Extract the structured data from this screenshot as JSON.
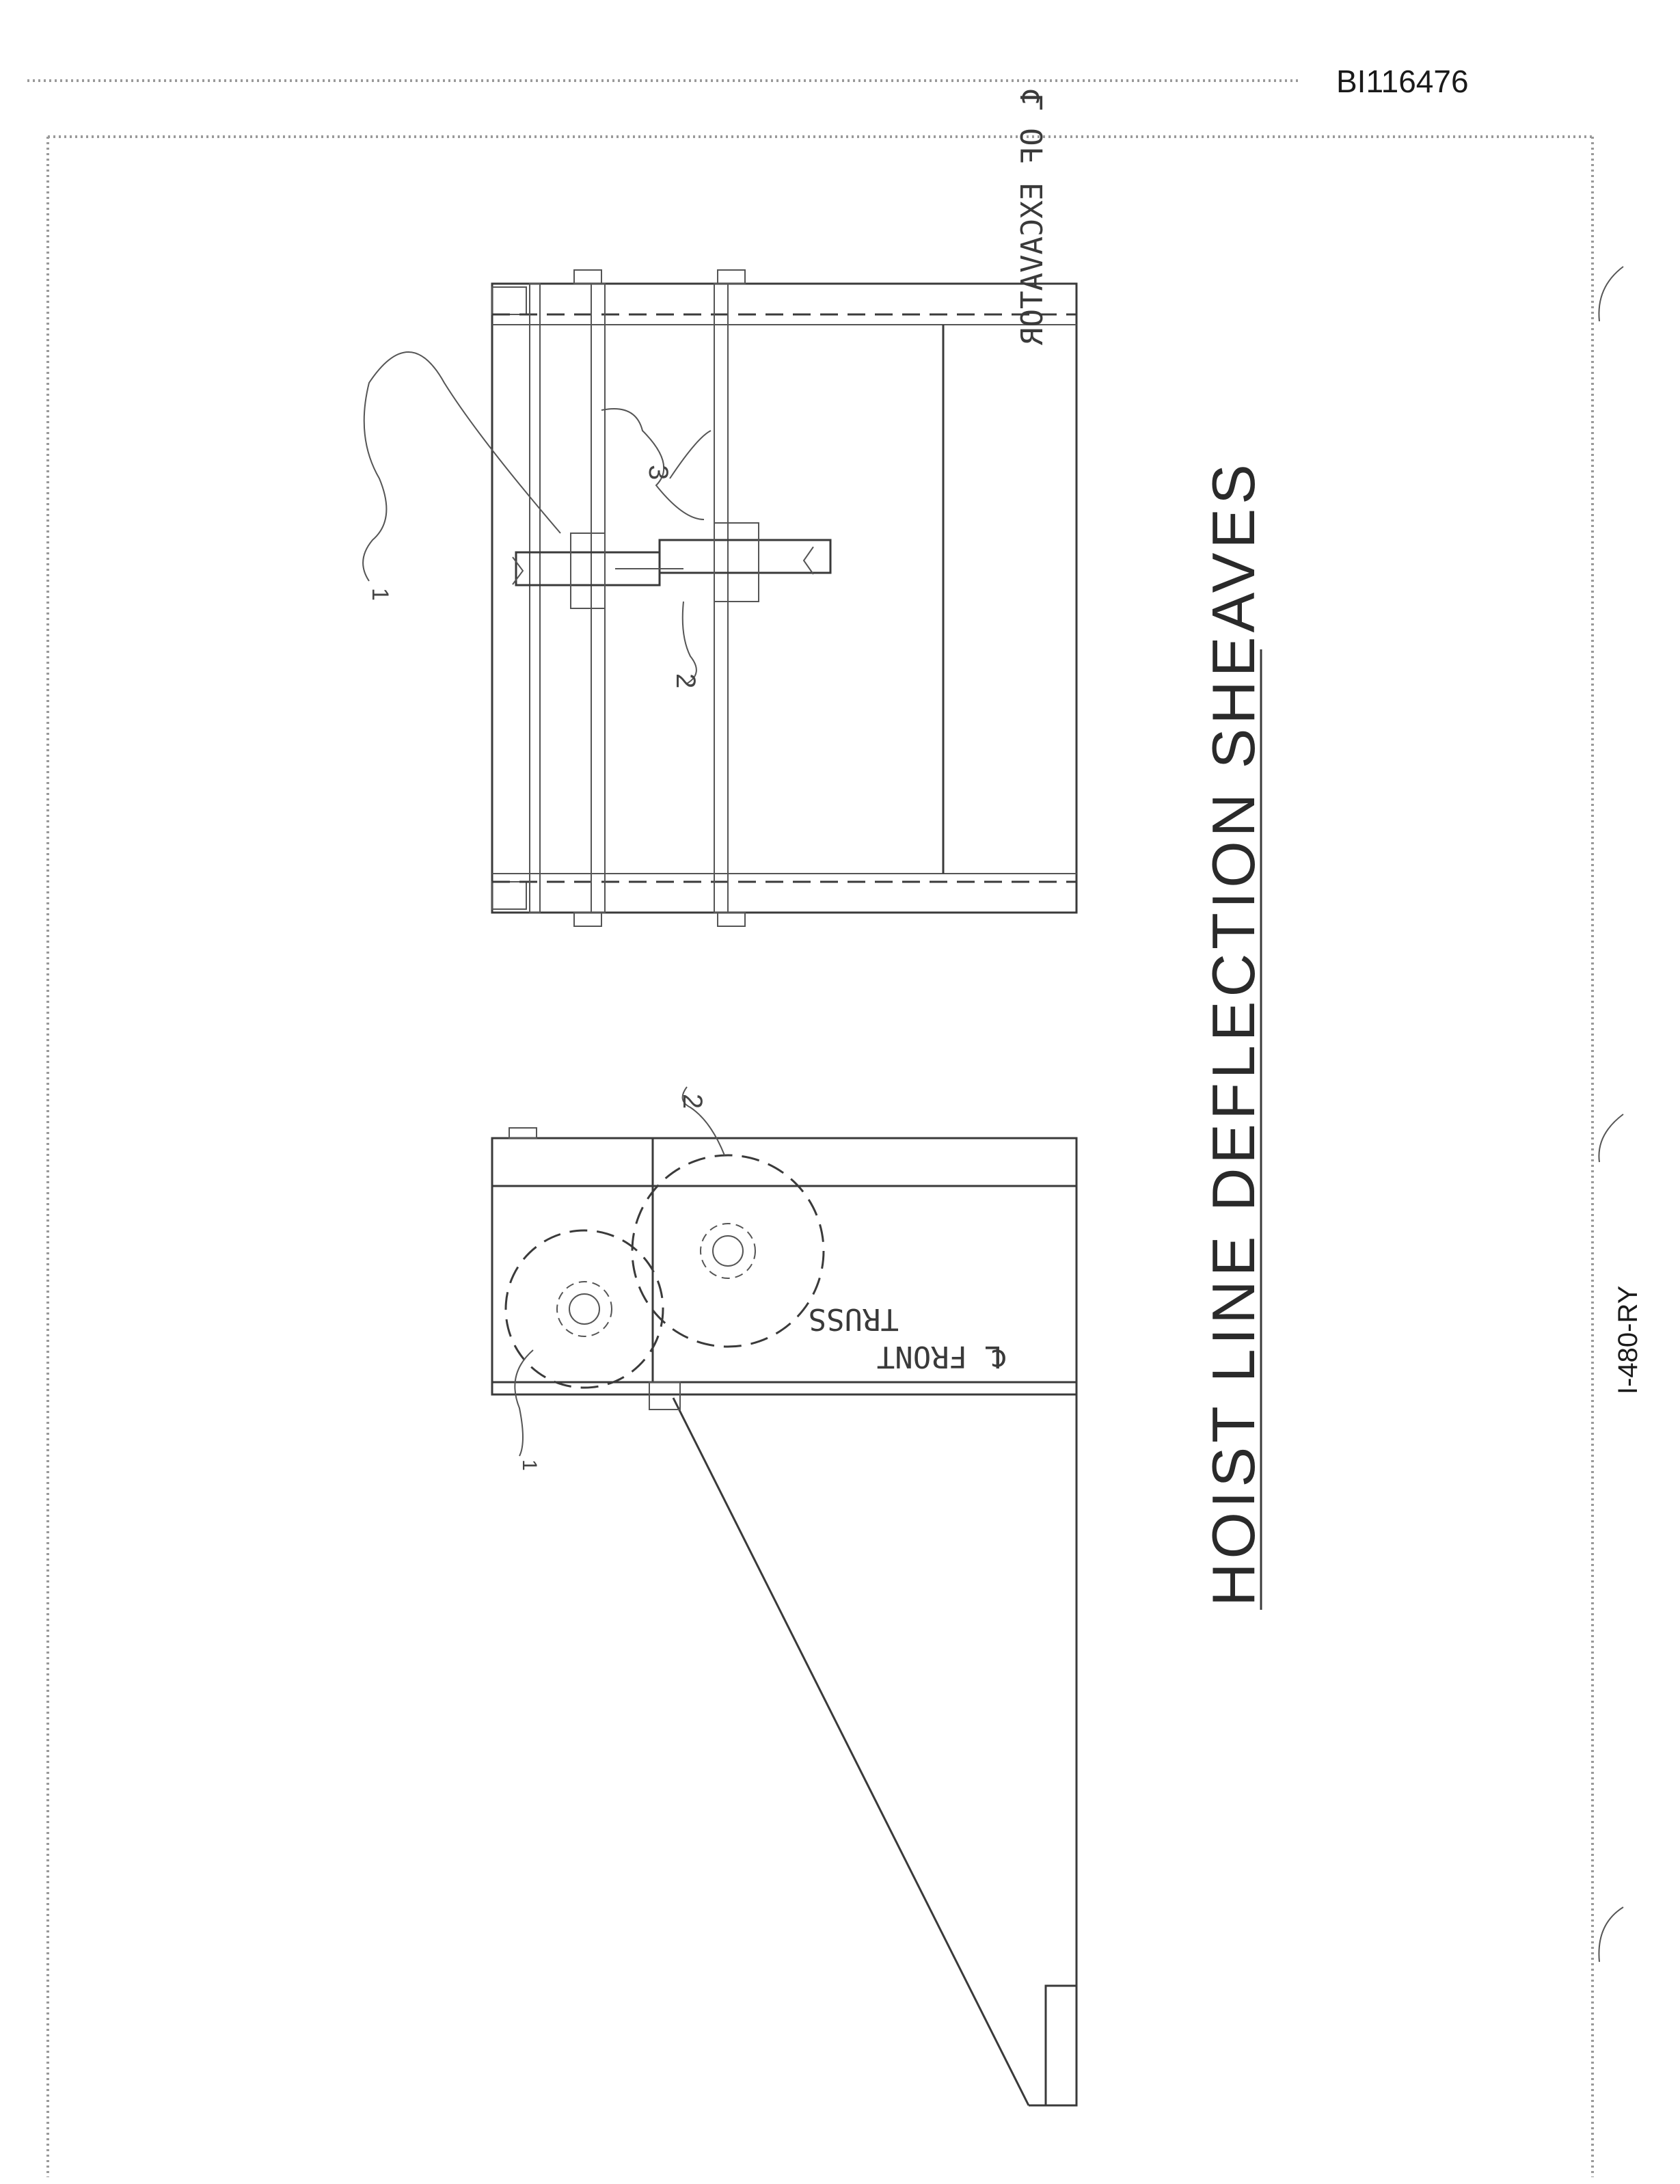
{
  "document": {
    "doc_id": "BI116476",
    "drawing_number": "I-480-RY",
    "title": "HOIST LINE DEFLECTION SHEAVES"
  },
  "views": {
    "top": {
      "centerline_label": "℄ OF EXCAVATOR",
      "callouts": [
        "1",
        "2",
        "3"
      ]
    },
    "bottom": {
      "centerline_label_line1": "℄ FRONT",
      "centerline_label_line2": "TRUSS",
      "callouts": [
        "1",
        "2"
      ]
    }
  }
}
